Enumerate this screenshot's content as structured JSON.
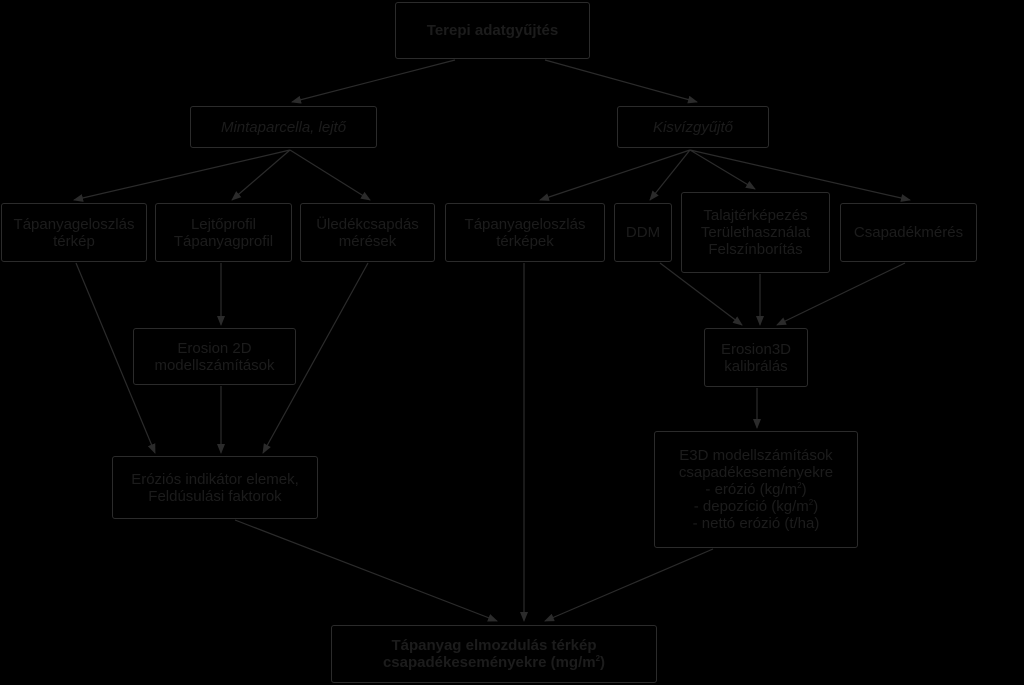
{
  "colors": {
    "background": "#000000",
    "line": "#2b2b2b",
    "text": "#1c1c1c"
  },
  "nodes": {
    "terepi": {
      "lines": [
        "Terepi adatgyűjtés"
      ]
    },
    "minta": {
      "lines": [
        "Mintaparcella, lejtő"
      ]
    },
    "kisviz": {
      "lines": [
        "Kisvízgyűjtő"
      ]
    },
    "tap_terkep": {
      "lines": [
        "Tápanyageloszlás",
        "térkép"
      ]
    },
    "lejto": {
      "lines": [
        "Lejtőprofil",
        "Tápanyagprofil"
      ]
    },
    "uledek": {
      "lines": [
        "Üledékcsapdás",
        "mérések"
      ]
    },
    "tap_terkepek": {
      "lines": [
        "Tápanyageloszlás",
        "térképek"
      ]
    },
    "ddm": {
      "lines": [
        "DDM"
      ]
    },
    "talaj": {
      "lines": [
        "Talajtérképezés",
        "Területhasználat",
        "Felszínborítás"
      ]
    },
    "csapadek": {
      "lines": [
        "Csapadékmérés"
      ]
    },
    "erosion2d": {
      "lines": [
        "Erosion 2D",
        "modellszámítások"
      ]
    },
    "erosion3d": {
      "lines": [
        "Erosion3D",
        "kalibrálás"
      ]
    },
    "indikator": {
      "lines": [
        "Eróziós indikátor elemek,",
        "Feldúsulási faktorok"
      ]
    },
    "e3d": {
      "lines": [
        "E3D modellszámítások",
        "csapadékeseményekre"
      ],
      "items": [
        {
          "text": "- erózió (kg/m",
          "sup": "2",
          "end": ")"
        },
        {
          "text": "- depozíció (kg/m",
          "sup": "2",
          "end": ")"
        },
        {
          "text": "- nettó erózió (t/ha)",
          "sup": "",
          "end": ""
        }
      ]
    },
    "final": {
      "lines": [
        "Tápanyag elmozdulás térkép"
      ],
      "last": {
        "text": "csapadékeseményekre (mg/m",
        "sup": "2",
        "end": ")"
      }
    }
  }
}
